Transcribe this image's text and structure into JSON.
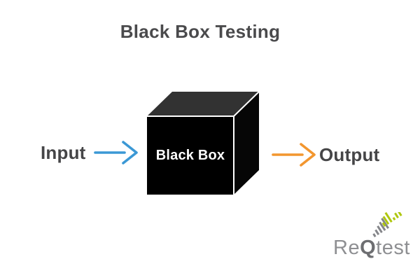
{
  "title": "Black Box Testing",
  "diagram": {
    "input_label": "Input",
    "output_label": "Output",
    "box_label": "Black Box",
    "input_arrow_icon": "arrow-right",
    "output_arrow_icon": "arrow-right",
    "colors": {
      "input_arrow": "#3B98D5",
      "output_arrow": "#F2962F",
      "box_front": "#000000",
      "box_top": "#323232",
      "box_side": "#060606",
      "box_edge": "#FFFFFF",
      "box_text": "#FFFFFF",
      "label_text": "#454547",
      "title_text": "#4A4A4C"
    }
  },
  "logo": {
    "name": "ReQtest",
    "text_re": "Re",
    "text_q": "Q",
    "text_tail": "test",
    "mark_icon": "equalizer-fan",
    "colors": {
      "text": "#8E8F92",
      "q": "#6D6E71",
      "mark_green": "#AFC70F",
      "mark_gray": "#85868A"
    }
  }
}
